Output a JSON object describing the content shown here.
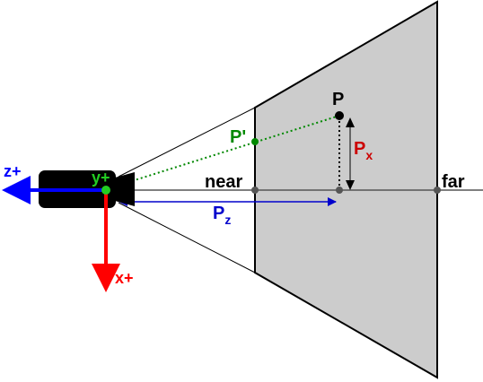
{
  "labels": {
    "z_axis": "z+",
    "y_axis": "y+",
    "x_axis": "x+",
    "near": "near",
    "far": "far",
    "point_p": "P",
    "point_p_proj": "P'",
    "px_main": "P",
    "px_sub": "x",
    "pz_main": "P",
    "pz_sub": "z"
  },
  "colors": {
    "z_axis": "#0000ff",
    "x_axis": "#ff0000",
    "y_axis": "#22cc22",
    "projection": "#008800",
    "pz": "#0000cc",
    "px": "#cc0000",
    "frustum_fill": "#cccccc",
    "outline": "#000000",
    "guide": "#555555"
  }
}
